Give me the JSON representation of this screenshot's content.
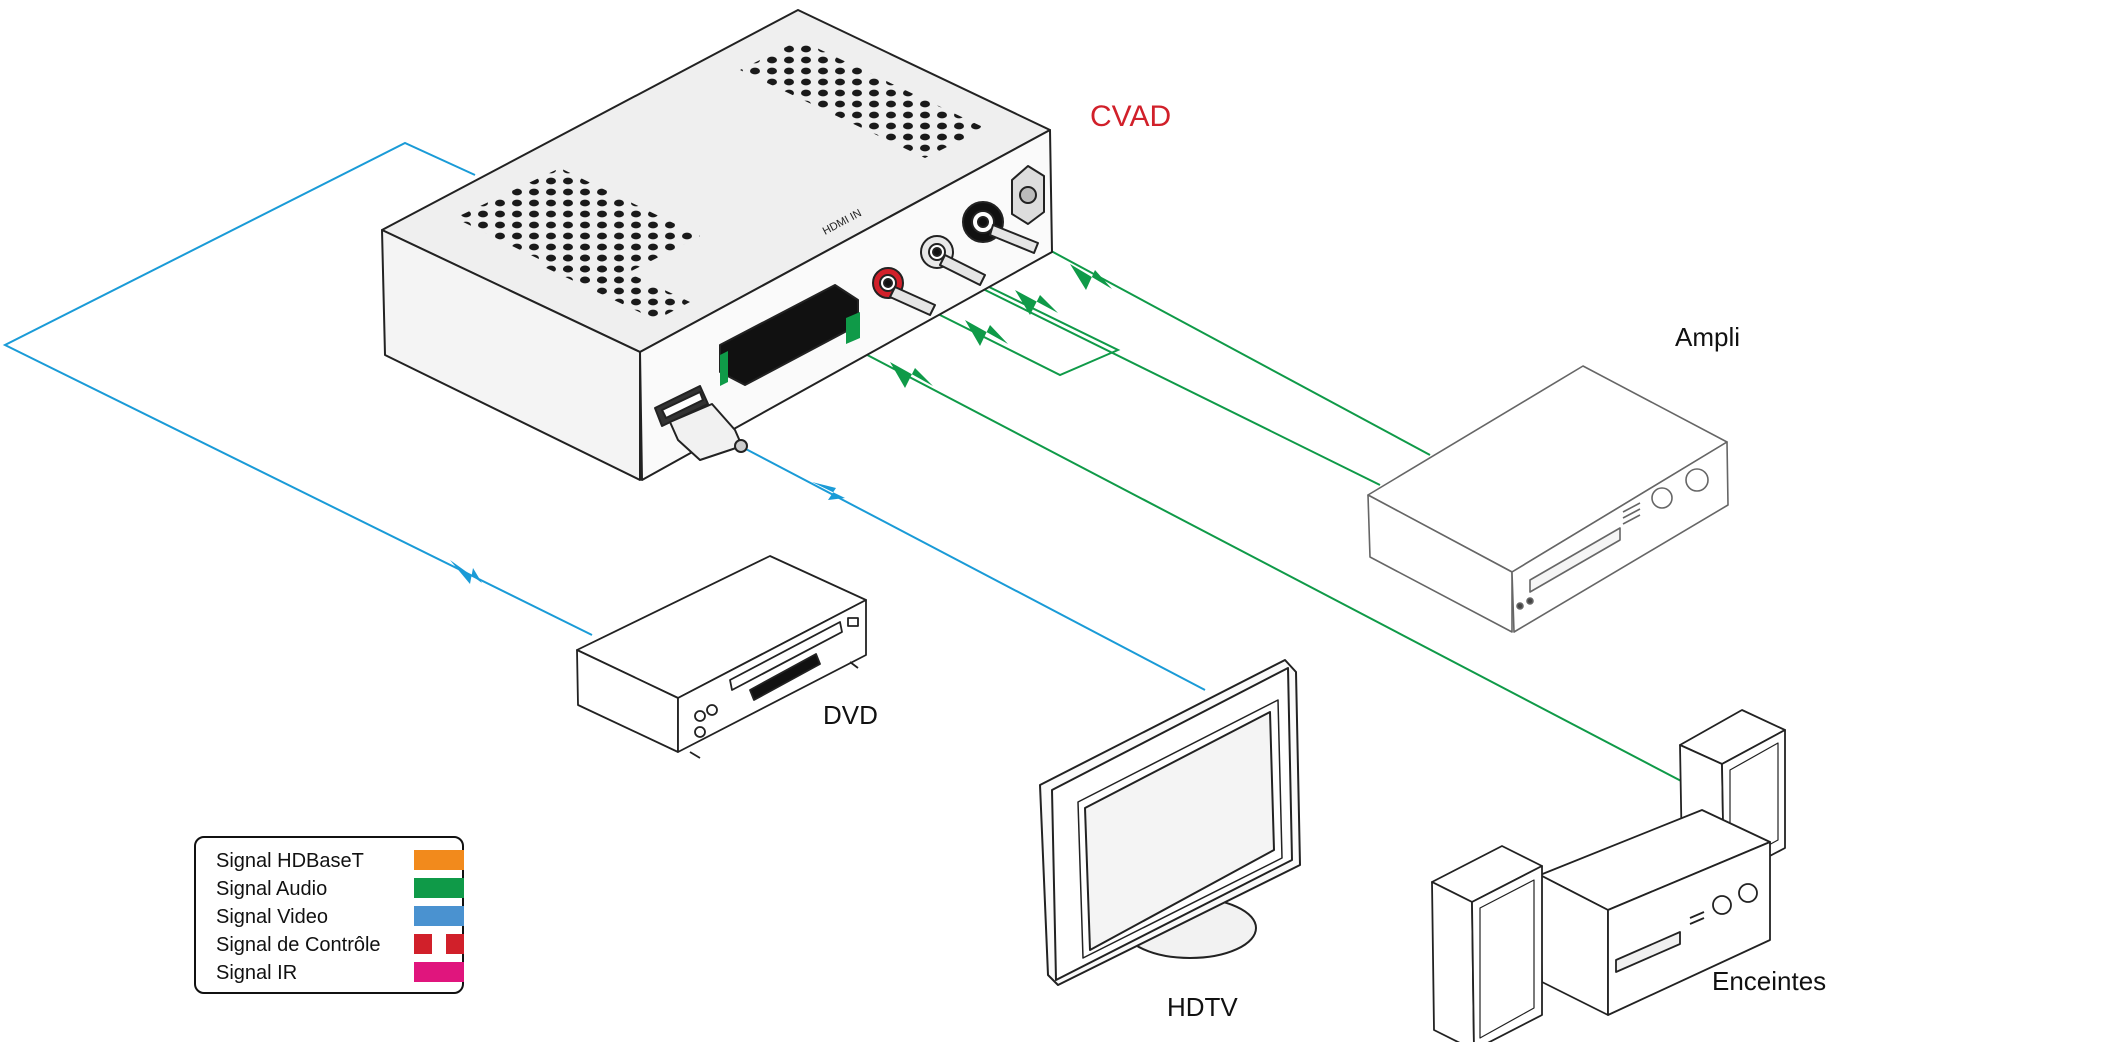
{
  "labels": {
    "cvad": "CVAD",
    "ampli": "Ampli",
    "dvd": "DVD",
    "hdtv": "HDTV",
    "enceintes": "Enceintes",
    "hdmi_in": "HDMI IN"
  },
  "legend": [
    {
      "text": "Signal HDBaseT",
      "color": "#f28a1c",
      "style": "solid"
    },
    {
      "text": "Signal Audio",
      "color": "#0f9a48",
      "style": "solid"
    },
    {
      "text": "Signal Video",
      "color": "#4a92d0",
      "style": "solid"
    },
    {
      "text": "Signal de Contrôle",
      "color": "#d1202a",
      "style": "dashed"
    },
    {
      "text": "Signal IR",
      "color": "#e0157d",
      "style": "solid"
    }
  ],
  "colors": {
    "audio": "#0f9a48",
    "video": "#1a9bd7",
    "accent_red": "#d1202a",
    "outline": "#222222"
  }
}
